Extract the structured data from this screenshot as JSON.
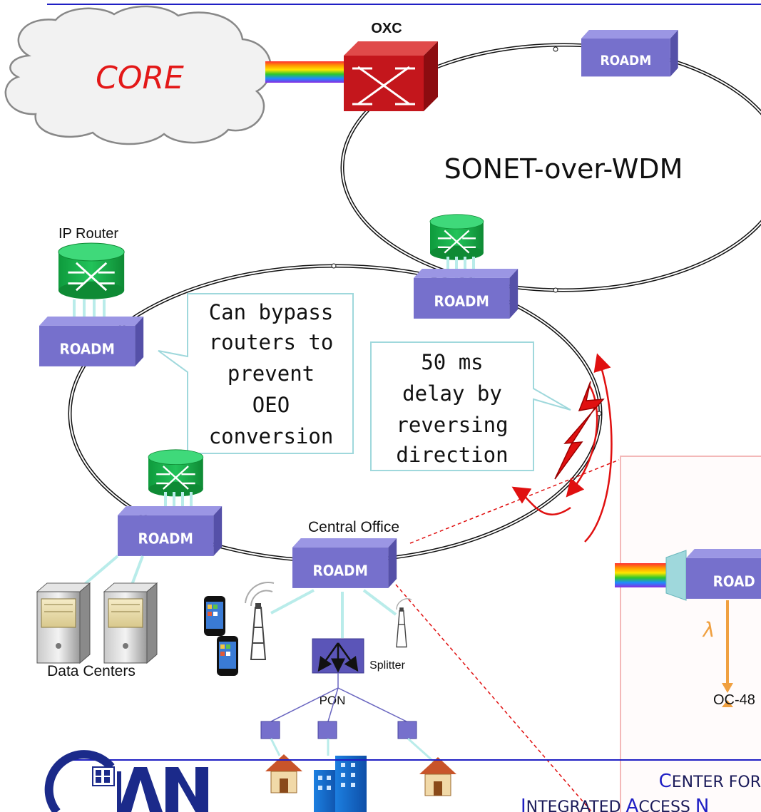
{
  "core": {
    "label": "CORE"
  },
  "oxc": {
    "label": "OXC"
  },
  "sonet_ring": {
    "label": "SONET-over-WDM"
  },
  "roadm_label": "ROADM",
  "roadm_partial_label": "ROAD",
  "ip_router": {
    "label": "IP Router"
  },
  "central_office": {
    "label": "Central Office"
  },
  "data_centers": {
    "label": "Data Centers"
  },
  "splitter": {
    "label": "Splitter"
  },
  "pon": {
    "label": "PON"
  },
  "callout_bypass": {
    "lines": [
      "Can bypass",
      "routers to",
      "prevent",
      "OEO",
      "conversion"
    ]
  },
  "callout_delay": {
    "lines": [
      "50 ms",
      "delay by",
      "reversing",
      "direction"
    ]
  },
  "inset": {
    "lambda": "λ",
    "oc_label": "OC-48"
  },
  "footer": {
    "line1_first": "C",
    "line1_rest": "ENTER FOR",
    "line2_a_first": "I",
    "line2_a_rest": "NTEGRATED",
    "line2_b_first": "A",
    "line2_b_rest": "CCESS",
    "line2_c_first": "N"
  },
  "colors": {
    "title_blue": "#1f1fc4",
    "roadm_purple": "#7670cc",
    "router_green": "#18b04a",
    "oxc_red": "#c4161c",
    "fault_red": "#e01010",
    "core_text": "#e31818",
    "callout_border": "#9fd8dc",
    "inset_border": "#f3b8b8",
    "lambda_orange": "#f0a040"
  }
}
